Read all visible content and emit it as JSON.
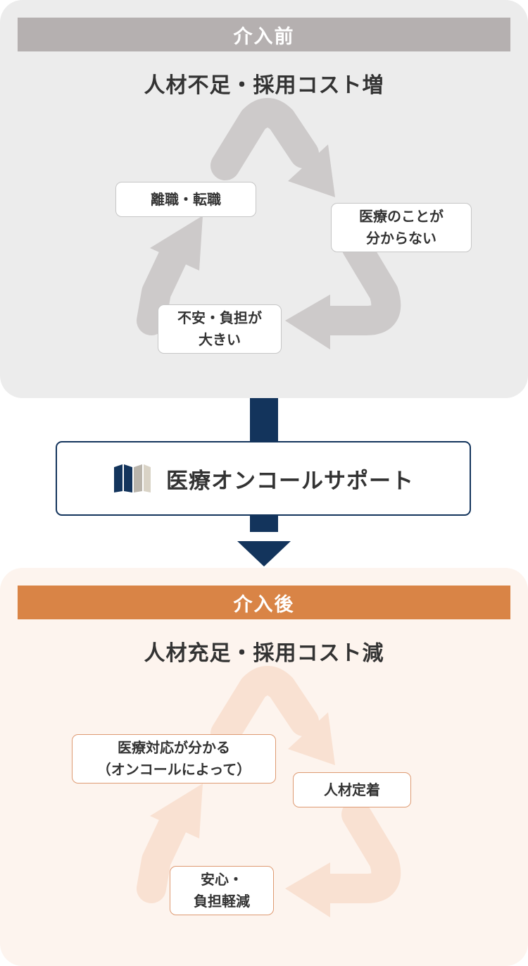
{
  "colors": {
    "before_panel": "#ececec",
    "before_header": "#b5b0b0",
    "before_arrow": "#cdcaca",
    "after_panel": "#fdf4ee",
    "after_header": "#d98446",
    "after_arrow": "#f9e1d2",
    "navy": "#13345c"
  },
  "before": {
    "header": "介入前",
    "heading": "人材不足・採用コスト増",
    "labels": {
      "top_left": "離職・転職",
      "right": "医療のことが\n分からない",
      "bottom": "不安・負担が\n大きい"
    }
  },
  "intervention": {
    "logo_icon": "book-logo-icon",
    "title": "医療オンコールサポート"
  },
  "after": {
    "header": "介入後",
    "heading": "人材充足・採用コスト減",
    "labels": {
      "top_left": "医療対応が分かる\n（オンコールによって）",
      "right": "人材定着",
      "bottom": "安心・\n負担軽減"
    }
  }
}
